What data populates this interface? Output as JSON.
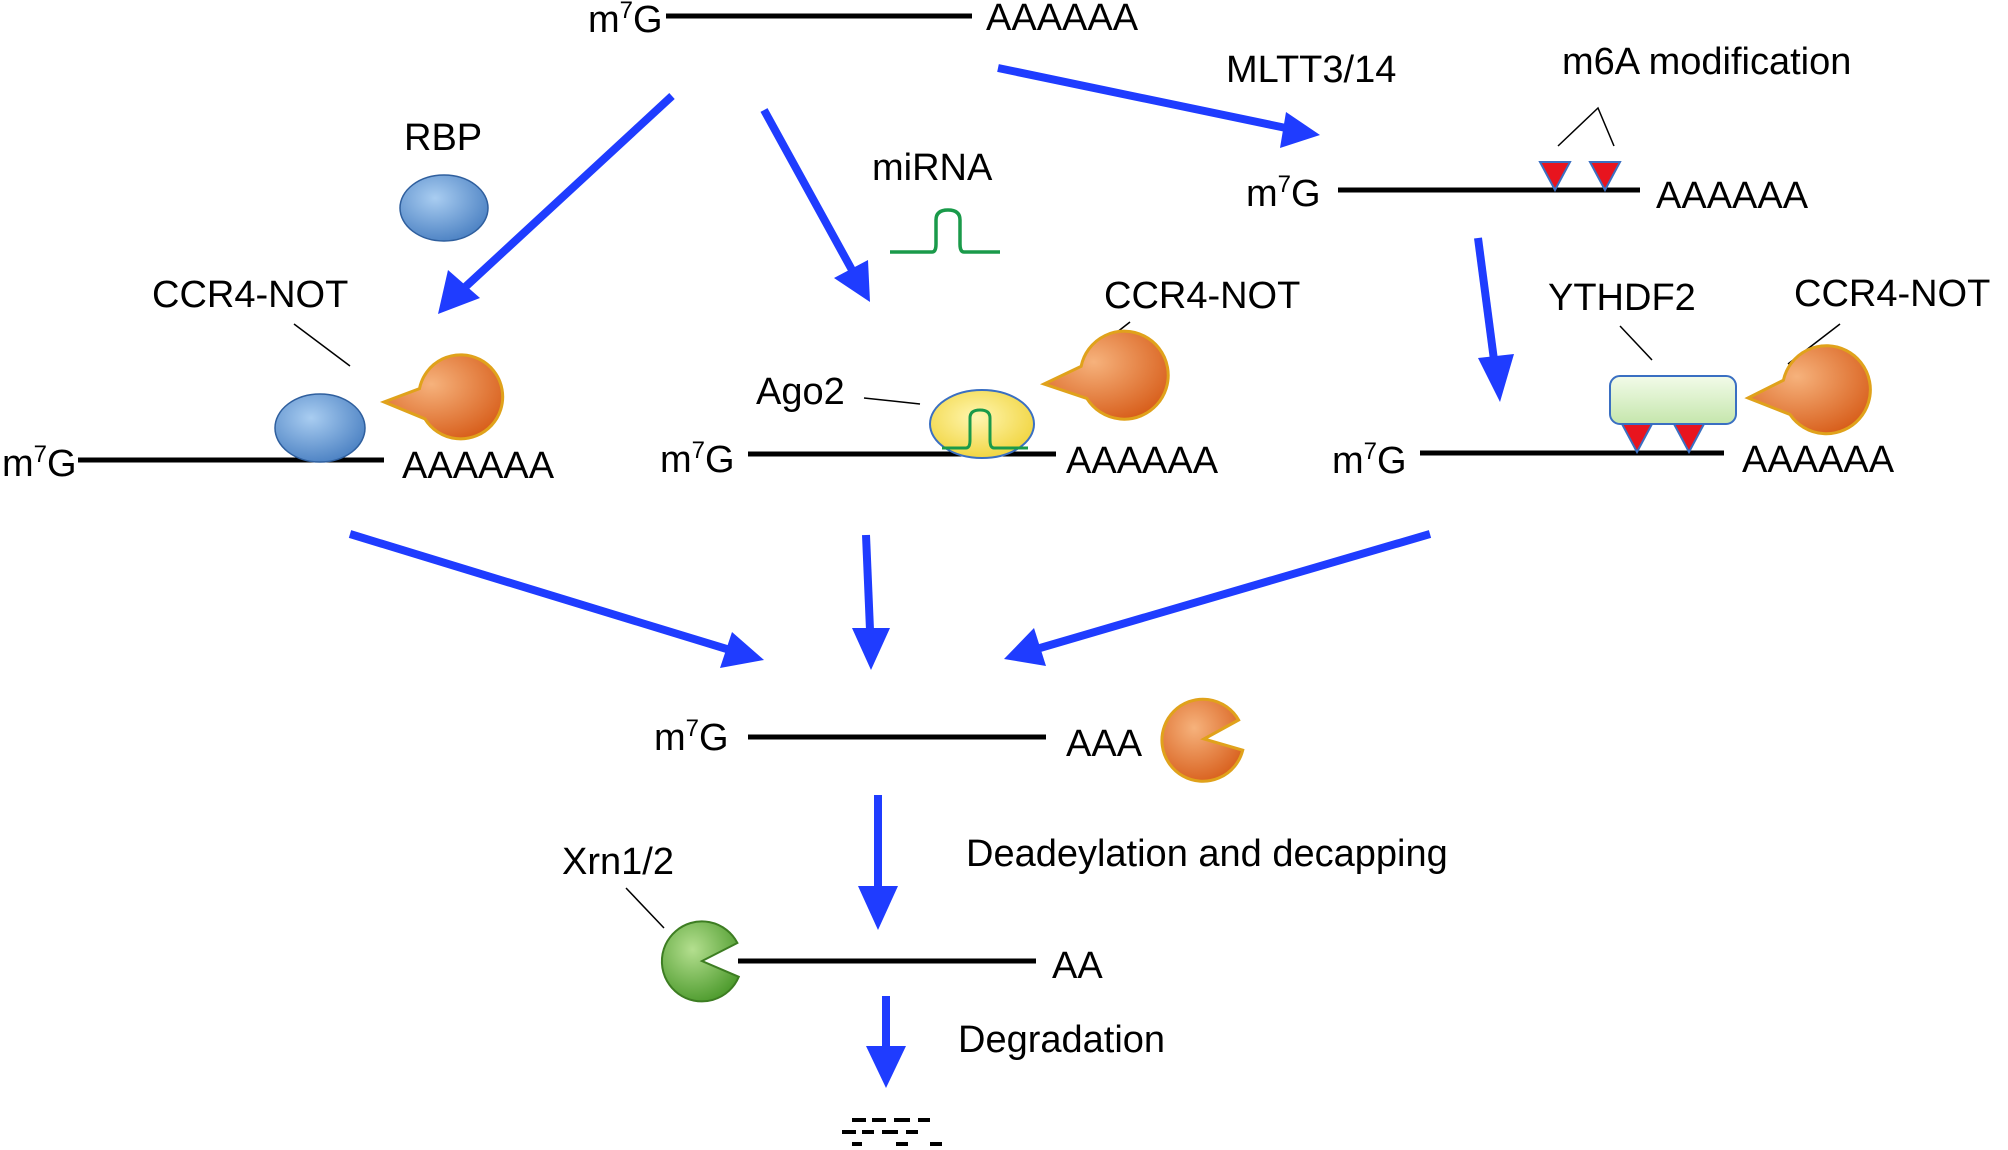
{
  "labels": {
    "cap": "m",
    "cap_sup": "7",
    "cap_tail": "G",
    "polya_full": "AAAAAA",
    "polya_short": "AAA",
    "polya_min": "AA",
    "rbp": "RBP",
    "mirna": "miRNA",
    "mltt": "MLTT3/14",
    "m6a": "m6A modification",
    "ccr4_not": "CCR4-NOT",
    "ago2": "Ago2",
    "ythdf2": "YTHDF2",
    "xrn": "Xrn1/2",
    "deadenylation": "Deadeylation and decapping",
    "degradation": "Degradation"
  },
  "colors": {
    "arrow": "#1f3cff",
    "rna_line": "#000000",
    "rbp_fill": "#5b93cf",
    "ccr4_fill": "#e8762c",
    "xrn_fill": "#5fa83a",
    "ago2_fill": "#f3dc4e",
    "mirna_stroke": "#1a9a4a",
    "ythdf2_fill": "#d9efc6",
    "m6a_fill": "#e8141e"
  }
}
